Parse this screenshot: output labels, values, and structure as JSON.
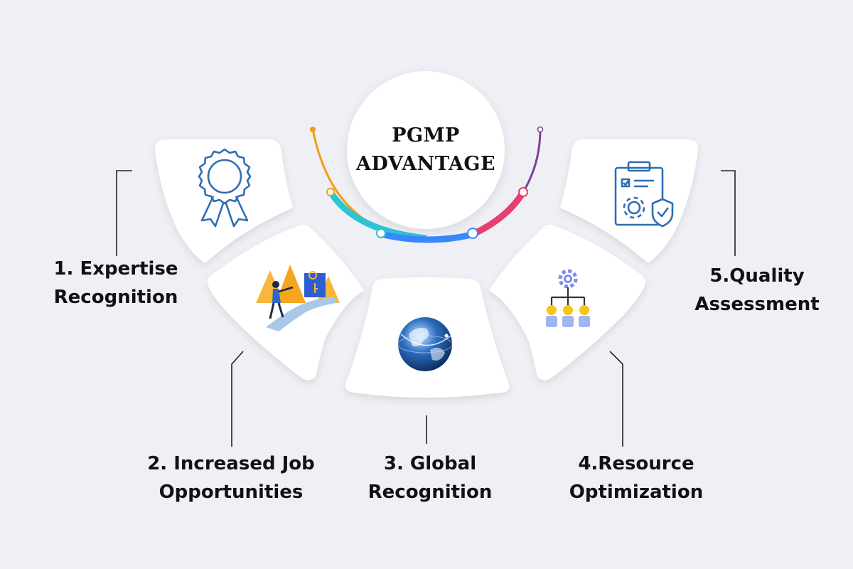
{
  "center": {
    "line1": "PGMP",
    "line2": "ADVANTAGE"
  },
  "items": [
    {
      "number": "1.",
      "line1": "Expertise",
      "line2": "Recognition",
      "icon": "award-ribbon-icon"
    },
    {
      "number": "2.",
      "line1": "Increased Job",
      "line2": "Opportunities",
      "icon": "career-path-illustration"
    },
    {
      "number": "3.",
      "line1": "Global",
      "line2": "Recognition",
      "icon": "globe-icon"
    },
    {
      "number": "4.",
      "line1": "Resource",
      "line2": "Optimization",
      "icon": "org-chart-gear-icon"
    },
    {
      "number": "5.",
      "line1": "Quality",
      "line2": "Assessment",
      "icon": "clipboard-gear-shield-icon"
    }
  ],
  "colors": {
    "background": "#eef0f5",
    "card": "#ffffff",
    "icon_blue": "#2e6db3",
    "arc": [
      "#f39c12",
      "#2ec4d6",
      "#3a86ff",
      "#e63e6d",
      "#7b3fa0"
    ]
  }
}
